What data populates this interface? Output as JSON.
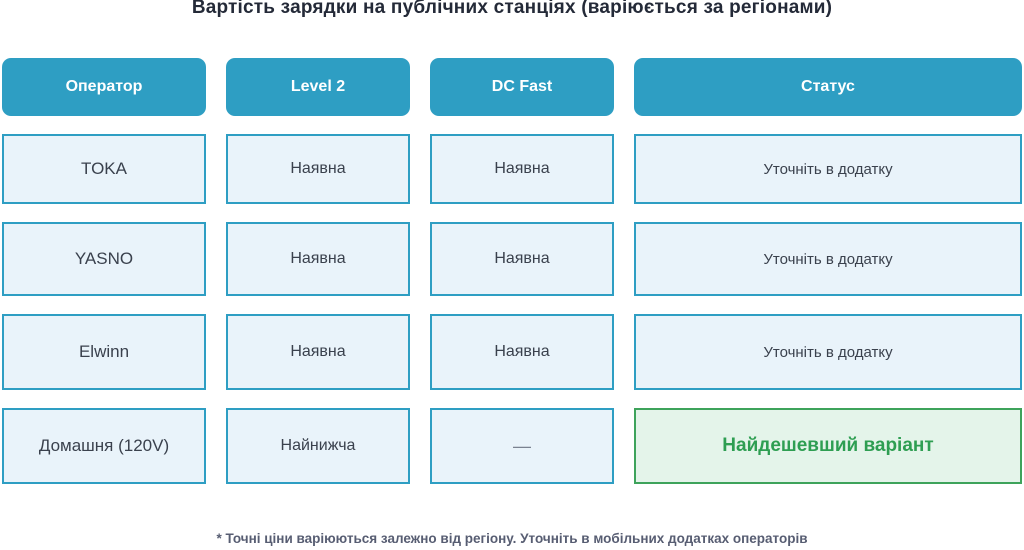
{
  "title": "Вартість зарядки на публічних станціях (варіюється за регіонами)",
  "chart_data": {
    "type": "table",
    "title": "Вартість зарядки на публічних станціях (варіюється за регіонами)",
    "columns": [
      "Оператор",
      "Level 2",
      "DC Fast",
      "Статус"
    ],
    "rows": [
      [
        "TOKA",
        "Наявна",
        "Наявна",
        "Уточніть в додатку"
      ],
      [
        "YASNO",
        "Наявна",
        "Наявна",
        "Уточніть в додатку"
      ],
      [
        "Elwinn",
        "Наявна",
        "Наявна",
        "Уточніть в додатку"
      ],
      [
        "Домашня (120V)",
        "Найнижча",
        "—",
        "Найдешевший варіант"
      ]
    ],
    "highlighted_row": 3,
    "highlight_meaning": "cheapest option, green",
    "layout": "4-column card table, teal headers with rounded corners, light-blue bordered cells, title top-center, footnote bottom-center"
  },
  "footnote": "* Точні ціни варіюються залежно від регіону. Уточніть в мобільних додатках операторів",
  "colors": {
    "page_bg": "#ffffff",
    "accent": "#2e9ec3",
    "cell_bg": "#e9f3fa",
    "cell_text": "#3a414d",
    "title_text": "#242a38",
    "green_bg": "#e4f4ea",
    "green_border": "#3ea35b",
    "green_text": "#2e9e52",
    "footnote_text": "#575d72"
  }
}
